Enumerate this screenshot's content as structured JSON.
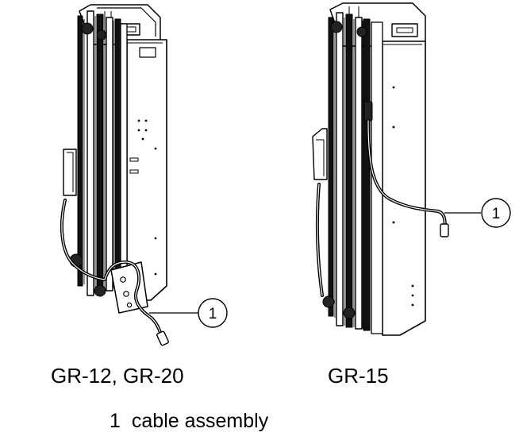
{
  "figures": [
    {
      "caption": "GR-12, GR-20",
      "callout": "1"
    },
    {
      "caption": "GR-15",
      "callout": "1"
    }
  ],
  "legend": [
    {
      "number": "1",
      "label": "cable assembly"
    }
  ]
}
